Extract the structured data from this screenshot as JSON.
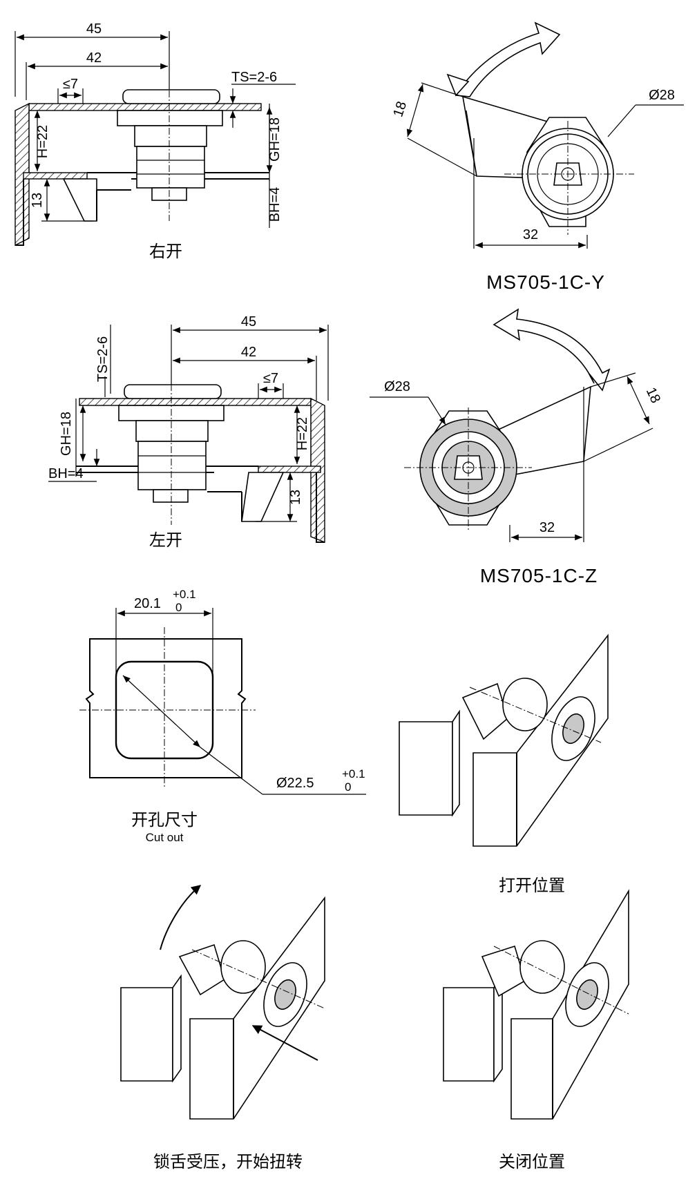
{
  "views": {
    "right_open": {
      "caption": "右开",
      "dims": {
        "overall_width": "45",
        "bolt_width": "42",
        "tongue_gap": "≤7",
        "panel_ts": "TS=2-6",
        "gh": "GH=18",
        "h": "H=22",
        "bh": "BH=4",
        "offset": "13"
      }
    },
    "model_y": {
      "model": "MS705-1C-Y",
      "dims": {
        "diameter": "Ø28",
        "tongue_height": "18",
        "reach": "32"
      }
    },
    "left_open": {
      "caption": "左开",
      "dims": {
        "overall_width": "45",
        "bolt_width": "42",
        "tongue_gap": "≤7",
        "panel_ts": "TS=2-6",
        "gh": "GH=18",
        "h": "H=22",
        "bh": "BH=4",
        "offset": "13"
      }
    },
    "model_z": {
      "model": "MS705-1C-Z",
      "dims": {
        "diameter": "Ø28",
        "tongue_height": "18",
        "reach": "32"
      }
    },
    "cutout": {
      "caption_cn": "开孔尺寸",
      "caption_en": "Cut out",
      "width_base": "20.1",
      "width_tol_upper": "+0.1",
      "width_tol_lower": "0",
      "dia_base": "Ø22.5",
      "dia_tol_upper": "+0.1",
      "dia_tol_lower": "0"
    },
    "open_position": {
      "caption": "打开位置"
    },
    "pressed_turning": {
      "caption": "锁舌受压，开始扭转"
    },
    "closed_position": {
      "caption": "关闭位置"
    }
  }
}
